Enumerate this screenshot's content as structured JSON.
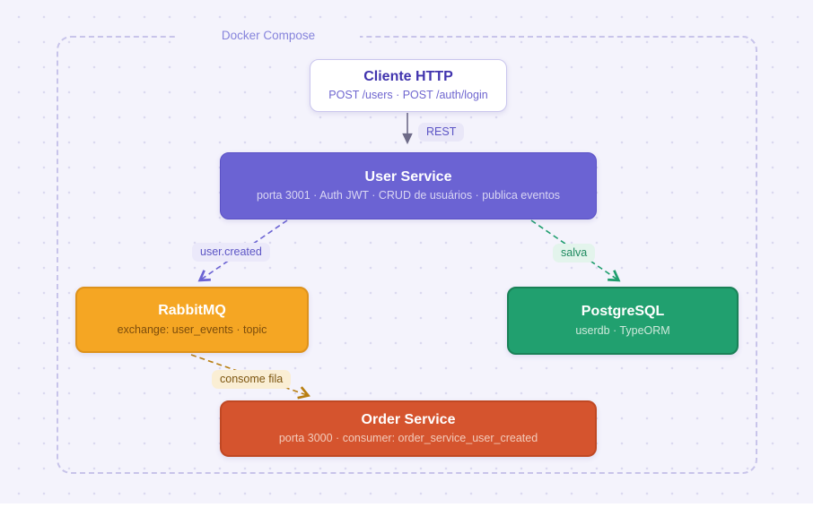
{
  "diagram": {
    "container_label": "Docker Compose",
    "nodes": [
      {
        "id": "cliente-http",
        "title": "Cliente HTTP",
        "subtitle": "POST /users · POST /auth/login"
      },
      {
        "id": "user-service",
        "title": "User Service",
        "subtitle": "porta 3001 · Auth JWT · CRUD de usuários · publica eventos"
      },
      {
        "id": "rabbitmq",
        "title": "RabbitMQ",
        "subtitle": "exchange: user_events · topic"
      },
      {
        "id": "postgresql",
        "title": "PostgreSQL",
        "subtitle": "userdb · TypeORM"
      },
      {
        "id": "order-service",
        "title": "Order Service",
        "subtitle": "porta 3000 · consumer: order_service_user_created"
      }
    ],
    "edges": [
      {
        "id": "rest",
        "label": "REST",
        "from": "cliente-http",
        "to": "user-service",
        "style": "solid",
        "color": "#6e6b88"
      },
      {
        "id": "user-created",
        "label": "user.created",
        "from": "user-service",
        "to": "rabbitmq",
        "style": "dashed",
        "color": "#6b63d3"
      },
      {
        "id": "salva",
        "label": "salva",
        "from": "user-service",
        "to": "postgresql",
        "style": "dashed",
        "color": "#1f9e6e"
      },
      {
        "id": "consome-fila",
        "label": "consome fila",
        "from": "rabbitmq",
        "to": "order-service",
        "style": "dashed",
        "color": "#b87e10"
      }
    ],
    "colors": {
      "canvas_bg": "#f4f3fc",
      "dot_grid": "#dbd9f0",
      "container_border": "#c8c4ea",
      "container_label_text": "#8684dc",
      "cliente_http_bg": "#ffffff",
      "cliente_http_border": "#cac6ee",
      "user_service_bg": "#6b63d3",
      "rabbitmq_bg": "#f5a623",
      "postgresql_bg": "#21a06f",
      "order_service_bg": "#d5542e",
      "label_rest_bg": "#e9e7f8",
      "label_user_created_bg": "#ebe9fa",
      "label_salva_bg": "#e3f4ec",
      "label_consome_fila_bg": "#faeed4"
    }
  }
}
